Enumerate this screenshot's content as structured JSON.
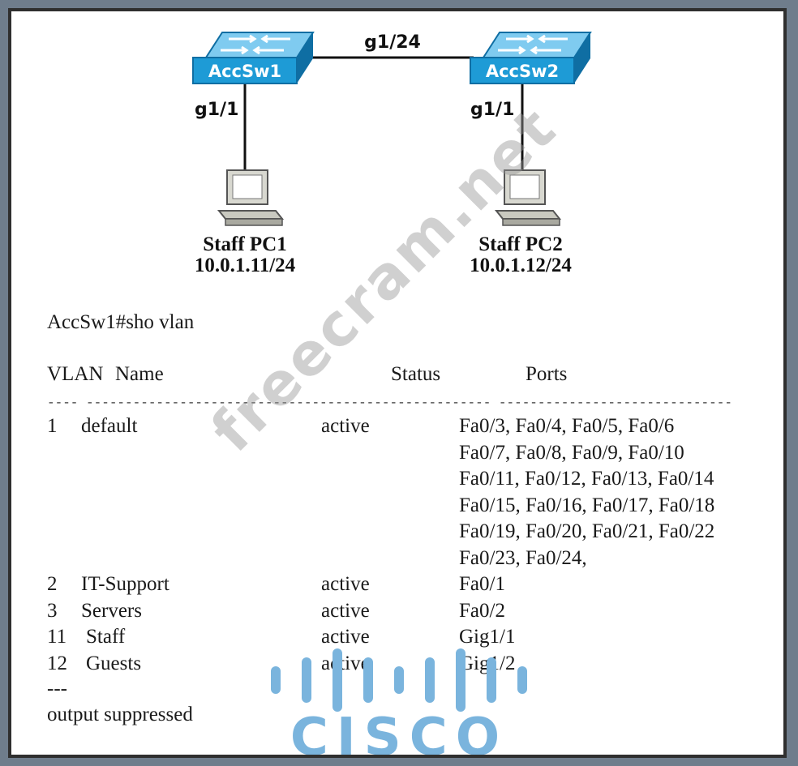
{
  "topology": {
    "switches": [
      {
        "name": "AccSw1"
      },
      {
        "name": "AccSw2"
      }
    ],
    "link_label": "g1/24",
    "pcs": [
      {
        "port_label": "g1/1",
        "name": "Staff PC1",
        "ip": "10.0.1.11/24"
      },
      {
        "port_label": "g1/1",
        "name": "Staff PC2",
        "ip": "10.0.1.12/24"
      }
    ]
  },
  "cli": {
    "command": "AccSw1#sho vlan",
    "headers": {
      "vlan": "VLAN",
      "name": "Name",
      "status": "Status",
      "ports": "Ports"
    },
    "vlans": [
      {
        "id": "1",
        "name": "default",
        "status": "active",
        "ports": [
          "Fa0/3, Fa0/4, Fa0/5, Fa0/6",
          "Fa0/7, Fa0/8, Fa0/9, Fa0/10",
          "Fa0/11, Fa0/12, Fa0/13, Fa0/14",
          "Fa0/15, Fa0/16, Fa0/17, Fa0/18",
          "Fa0/19, Fa0/20, Fa0/21, Fa0/22",
          "Fa0/23, Fa0/24,"
        ]
      },
      {
        "id": "2",
        "name": "IT-Support",
        "status": "active",
        "ports": [
          "Fa0/1"
        ]
      },
      {
        "id": "3",
        "name": "Servers",
        "status": "active",
        "ports": [
          "Fa0/2"
        ]
      },
      {
        "id": "11",
        "name": "Staff",
        "status": "active",
        "ports": [
          "Gig1/1"
        ]
      },
      {
        "id": "12",
        "name": "Guests",
        "status": "active",
        "ports": [
          "Gig1/2"
        ]
      }
    ],
    "ellipsis": "---",
    "footer": "output suppressed"
  },
  "watermark": "freecram.net",
  "logo": {
    "text": "CISCO",
    "color": "#7ab4dd"
  },
  "colors": {
    "switch": "#1e9bd6",
    "switch_dark": "#0f6ea3",
    "background": "#6f7d8c"
  }
}
